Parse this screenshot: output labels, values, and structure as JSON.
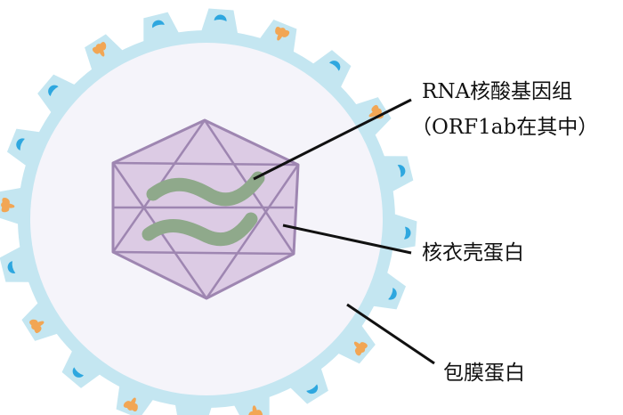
{
  "labels": {
    "rna_genome_line1": "RNA核酸基因组",
    "rna_genome_line2": "（ORF1ab在其中）",
    "nucleocapsid_protein": "核衣壳蛋白",
    "envelope_protein": "包膜蛋白"
  },
  "colors": {
    "outer_membrane": "#c4e6f1",
    "virus_interior": "#f5f4fa",
    "capsid_fill": "#dccbe4",
    "capsid_edge": "#9e86b1",
    "rna_strand": "#8fa98b",
    "spike_blue": "#2ea7df",
    "spike_orange": "#f2a654",
    "leader_line": "#111111"
  }
}
